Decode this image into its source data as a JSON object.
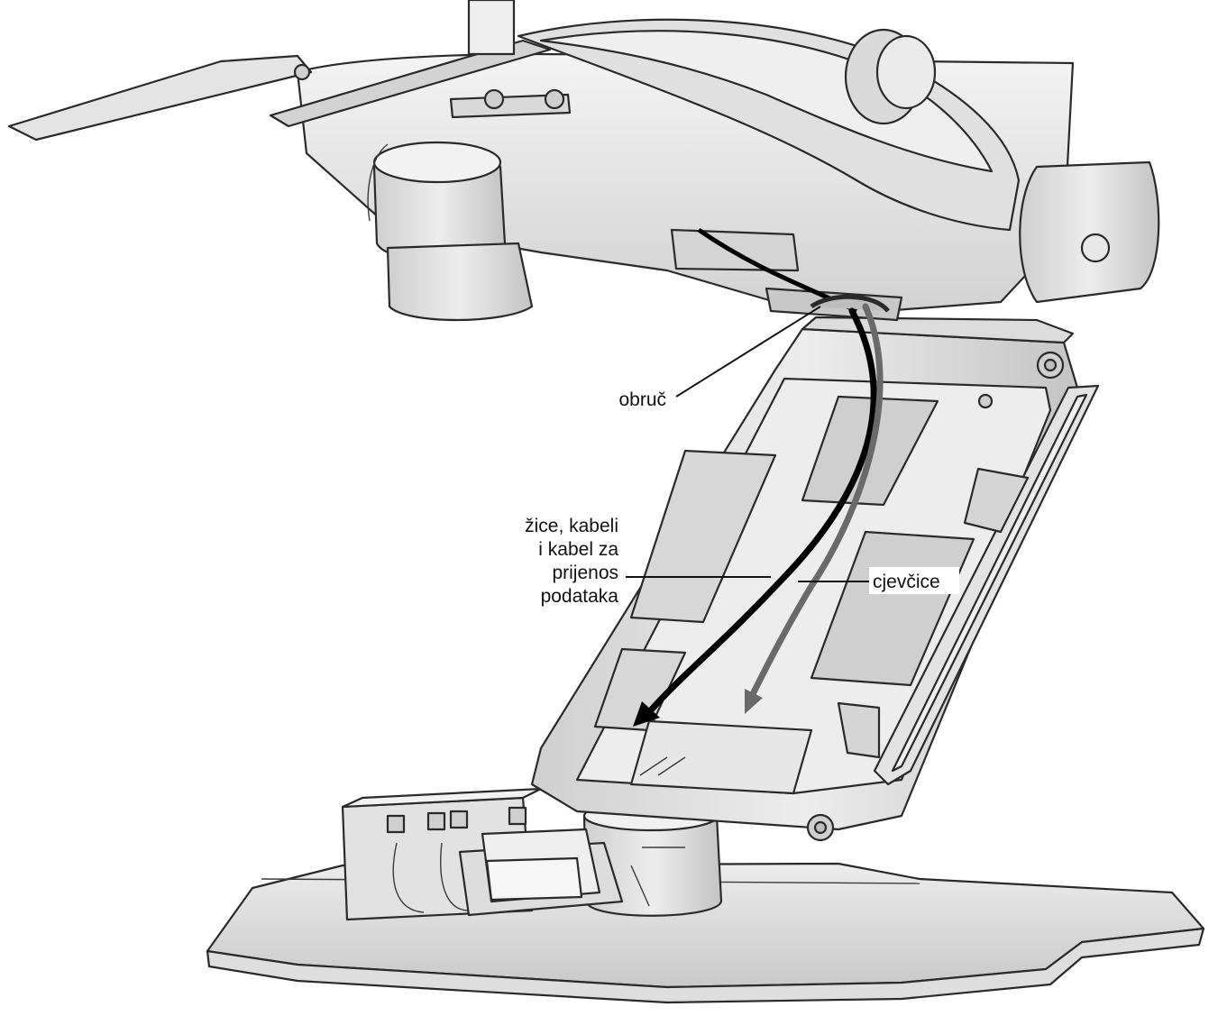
{
  "labels": {
    "clamp": "obruč",
    "wires_line1": "žice, kabeli",
    "wires_line2": "i kabel za",
    "wires_line3": "prijenos",
    "wires_line4": "podataka",
    "tubing": "cjevčice"
  },
  "colors": {
    "background": "#ffffff",
    "body_light": "#e9e9e9",
    "body_mid": "#d6d6d6",
    "body_dark": "#bdbdbd",
    "outline": "#2a2a2a",
    "wire_arrow": "#000000",
    "tubing_arrow": "#666666"
  }
}
